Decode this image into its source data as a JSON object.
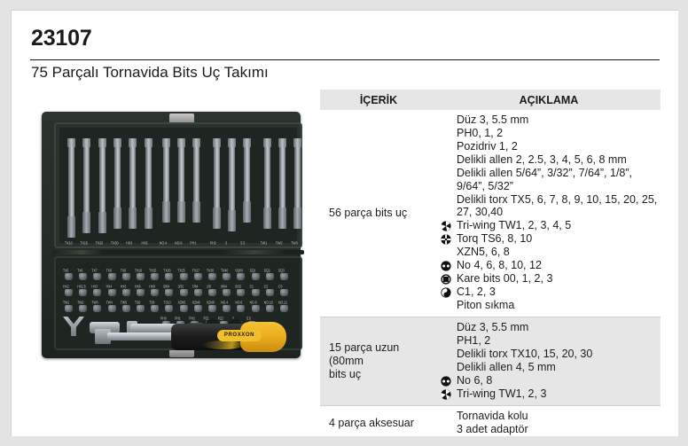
{
  "product": {
    "sku": "23107",
    "subtitle": "75 Parçalı Tornavida Bits Uç Takımı",
    "brand_on_handle": "PROXXON"
  },
  "table": {
    "headers": {
      "content": "İÇERİK",
      "description": "AÇIKLAMA"
    },
    "rows": [
      {
        "content": "56 parça bits uç",
        "shaded": false,
        "lines": [
          {
            "icon": "",
            "text": "Düz 3, 5.5 mm"
          },
          {
            "icon": "",
            "text": "PH0, 1, 2"
          },
          {
            "icon": "",
            "text": "Pozidriv 1, 2"
          },
          {
            "icon": "",
            "text": "Delikli allen 2, 2.5, 3, 4, 5, 6, 8 mm"
          },
          {
            "icon": "",
            "text": "Delikli allen 5/64”, 3/32”, 7/64”, 1/8”, 9/64”, 5/32”"
          },
          {
            "icon": "",
            "text": "Delikli torx TX5, 6, 7, 8, 9, 10, 15, 20, 25, 27, 30,40"
          },
          {
            "icon": "tri-wing-icon",
            "text": "Tri-wing TW1, 2, 3, 4, 5"
          },
          {
            "icon": "torq-set-icon",
            "text": "Torq TS6, 8, 10"
          },
          {
            "icon": "",
            "text": "XZN5, 6, 8"
          },
          {
            "icon": "spanner-bit-icon",
            "text": "No 4, 6, 8, 10, 12"
          },
          {
            "icon": "square-bit-icon",
            "text": "Kare bits 00, 1, 2, 3"
          },
          {
            "icon": "clutch-bit-icon",
            "text": "C1, 2, 3"
          },
          {
            "icon": "",
            "text": "Piton sıkma"
          }
        ]
      },
      {
        "content": "15 parça uzun (80mm bits uç",
        "shaded": true,
        "lines": [
          {
            "icon": "",
            "text": "Düz 3, 5.5 mm"
          },
          {
            "icon": "",
            "text": "PH1, 2"
          },
          {
            "icon": "",
            "text": "Delikli torx TX10, 15, 20, 30"
          },
          {
            "icon": "",
            "text": "Delikli allen 4, 5 mm"
          },
          {
            "icon": "spanner-bit-icon",
            "text": "No 6, 8"
          },
          {
            "icon": "tri-wing-icon",
            "text": "Tri-wing TW1, 2, 3"
          }
        ]
      },
      {
        "content": "4 parça aksesuar",
        "shaded": false,
        "lines": [
          {
            "icon": "",
            "text": "Tornavida kolu"
          },
          {
            "icon": "",
            "text": "3 adet adaptör"
          }
        ]
      }
    ]
  },
  "photo": {
    "long_bit_labels": [
      "TX10",
      "TX15",
      "TX20",
      "TX30",
      "HX3",
      "HX5",
      "NO.4",
      "NO.6",
      "PH1",
      "PH2",
      "3",
      "5.5",
      "TW1",
      "TW2",
      "TW3"
    ],
    "small_bit_rows": [
      [
        "TX5",
        "TX6",
        "TX7",
        "TX8",
        "TX9",
        "TX10",
        "TX15",
        "TX20",
        "TX25",
        "TX27",
        "TX30",
        "TX40",
        "SQ00",
        "SQ1",
        "SQ2",
        "SQ3"
      ],
      [
        "HX2",
        "HX2.5",
        "HX3",
        "HX4",
        "HX5",
        "HX6",
        "HX8",
        "5/64",
        "3/32",
        "7/64",
        "1/8",
        "9/64",
        "5/32",
        "C1",
        "C2",
        "C3"
      ],
      [
        "TW1",
        "TW2",
        "TW3",
        "TW4",
        "TW5",
        "TS6",
        "TS8",
        "TS10",
        "XZN5",
        "XZN6",
        "XZN8",
        "NO.4",
        "NO.6",
        "NO.8",
        "NO.10",
        "NO.12"
      ],
      [
        "PH0",
        "PH1",
        "PH2",
        "PZ1",
        "PZ2",
        "3",
        "5.5"
      ]
    ]
  },
  "colors": {
    "page_bg": "#e3e3e3",
    "panel_bg": "#ffffff",
    "header_shade": "#e6e6e6",
    "text": "#1d1d1d",
    "brand_yellow": "#f2bf2c",
    "case_dark": "#1f2622"
  }
}
